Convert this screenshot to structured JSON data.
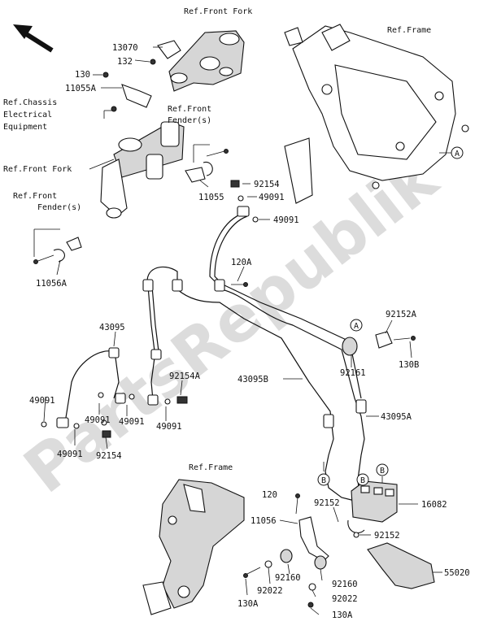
{
  "refs": {
    "front_fork_top": "Ref.Front Fork",
    "frame_top": "Ref.Frame",
    "chassis_line1": "Ref.Chassis",
    "chassis_line2": "Electrical",
    "chassis_line3": "Equipment",
    "front_fender_1_line1": "Ref.Front",
    "front_fender_1_line2": "Fender(s)",
    "front_fork_left": "Ref.Front Fork",
    "front_fender_2_line1": "Ref.Front",
    "front_fender_2_line2": "Fender(s)",
    "frame_bottom": "Ref.Frame"
  },
  "part_numbers": {
    "p13070": "13070",
    "p132": "132",
    "p130": "130",
    "p11055A": "11055A",
    "p92154_top": "92154",
    "p49091_top": "49091",
    "p49091_top2": "49091",
    "p11055": "11055",
    "p11056A": "11056A",
    "p120A": "120A",
    "p43095": "43095",
    "p92154A": "92154A",
    "p49091_l1": "49091",
    "p49091_l2": "49091",
    "p49091_l3": "49091",
    "p49091_l4": "49091",
    "p49091_l5": "49091",
    "p92154_bottom": "92154",
    "p43095B": "43095B",
    "p43095A": "43095A",
    "p92152A": "92152A",
    "p92161": "92161",
    "p130B": "130B",
    "p120": "120",
    "p92152_a": "92152",
    "p16082": "16082",
    "p11056": "11056",
    "p92152_b": "92152",
    "p55020": "55020",
    "p92160_a": "92160",
    "p92160_b": "92160",
    "p92022_a": "92022",
    "p92022_b": "92022",
    "p130A_a": "130A",
    "p130A_b": "130A"
  },
  "markers": {
    "a_top": "A",
    "a_mid": "A",
    "b_left": "B",
    "b_mid": "B",
    "b_right": "B"
  },
  "watermark": "PartsRepublik"
}
